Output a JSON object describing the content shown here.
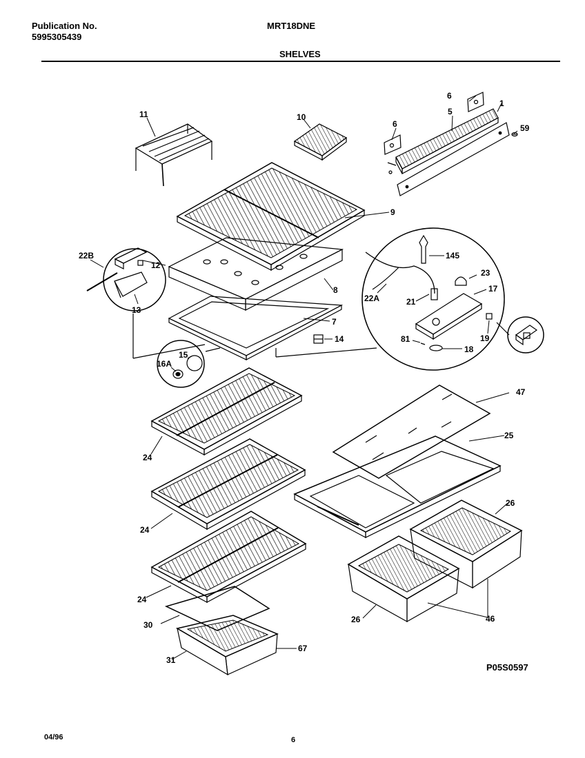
{
  "header": {
    "publication_label": "Publication No.",
    "publication_number": "5995305439",
    "model": "MRT18DNE",
    "section_title": "SHELVES"
  },
  "footer": {
    "date": "04/96",
    "page": "6",
    "drawing_code": "P05S0597"
  },
  "part_labels": {
    "p1": "1",
    "p5": "5",
    "p6a": "6",
    "p6b": "6",
    "p59": "59",
    "p9": "9",
    "p10": "10",
    "p11": "11",
    "p22b": "22B",
    "p12": "12",
    "p13": "13",
    "p145": "145",
    "p23": "23",
    "p17": "17",
    "p22a": "22A",
    "p21": "21",
    "p19": "19",
    "p81": "81",
    "p18": "18",
    "p8": "8",
    "p7": "7",
    "p14": "14",
    "p15": "15",
    "p16a": "16A",
    "p47": "47",
    "p25": "25",
    "p24a": "24",
    "p24b": "24",
    "p24c": "24",
    "p26a": "26",
    "p26b": "26",
    "p46": "46",
    "p30": "30",
    "p31": "31",
    "p67": "67"
  }
}
